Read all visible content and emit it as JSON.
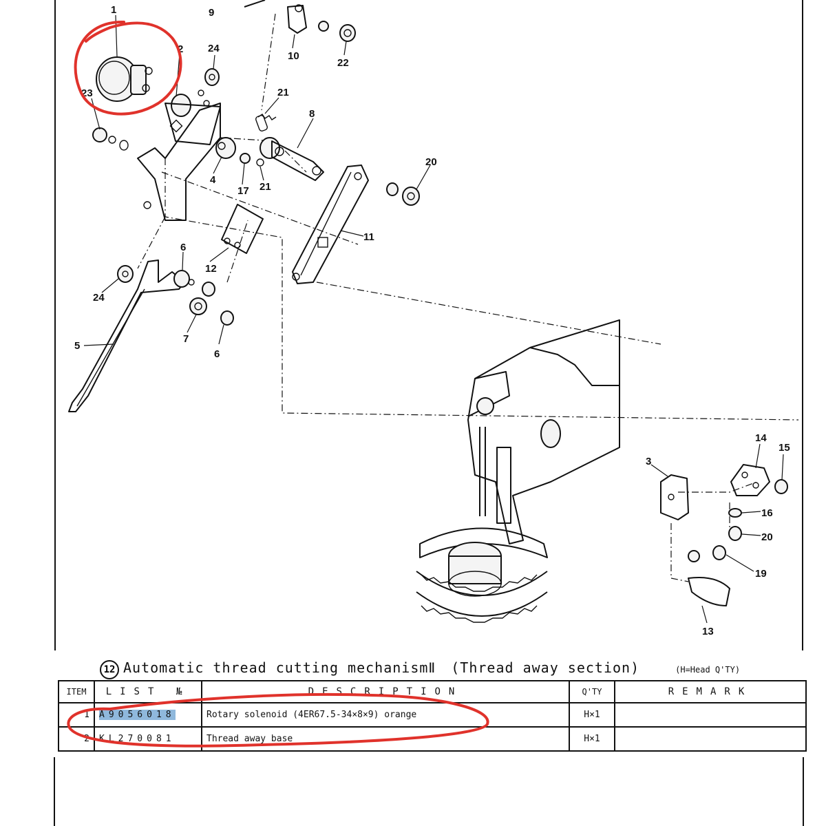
{
  "diagram": {
    "callouts": [
      {
        "id": "c1",
        "label": "1"
      },
      {
        "id": "c2",
        "label": "2"
      },
      {
        "id": "c23",
        "label": "23"
      },
      {
        "id": "c9",
        "label": "9"
      },
      {
        "id": "c10",
        "label": "10"
      },
      {
        "id": "c22",
        "label": "22"
      },
      {
        "id": "c24a",
        "label": "24"
      },
      {
        "id": "c21a",
        "label": "21"
      },
      {
        "id": "c8",
        "label": "8"
      },
      {
        "id": "c20a",
        "label": "20"
      },
      {
        "id": "c4",
        "label": "4"
      },
      {
        "id": "c17",
        "label": "17"
      },
      {
        "id": "c21b",
        "label": "21"
      },
      {
        "id": "c11",
        "label": "11"
      },
      {
        "id": "c12",
        "label": "12"
      },
      {
        "id": "c6a",
        "label": "6"
      },
      {
        "id": "c24b",
        "label": "24"
      },
      {
        "id": "c7",
        "label": "7"
      },
      {
        "id": "c6b",
        "label": "6"
      },
      {
        "id": "c5",
        "label": "5"
      },
      {
        "id": "c14",
        "label": "14"
      },
      {
        "id": "c15",
        "label": "15"
      },
      {
        "id": "c3",
        "label": "3"
      },
      {
        "id": "c16",
        "label": "16"
      },
      {
        "id": "c20b",
        "label": "20"
      },
      {
        "id": "c19",
        "label": "19"
      },
      {
        "id": "c13",
        "label": "13"
      }
    ],
    "highlight_color": "#e0322b"
  },
  "section": {
    "number": "12",
    "title": "Automatic thread cutting mechanismⅡ",
    "subtitle": "(Thread away section)",
    "note": "(H=Head Q'TY)"
  },
  "table": {
    "headers": {
      "item": "ITEM",
      "list": "LIST №",
      "description": "DESCRIPTION",
      "qty": "Q'TY",
      "remark": "REMARK"
    },
    "rows": [
      {
        "item": "1",
        "list": "A9056018",
        "description": "Rotary solenoid (4ER67.5-34×8×9)  orange",
        "qty": "H×1",
        "remark": ""
      },
      {
        "item": "2",
        "list": "KL270081",
        "description": "Thread away base",
        "qty": "H×1",
        "remark": ""
      }
    ],
    "highlight_color": "#8fb8dc"
  }
}
